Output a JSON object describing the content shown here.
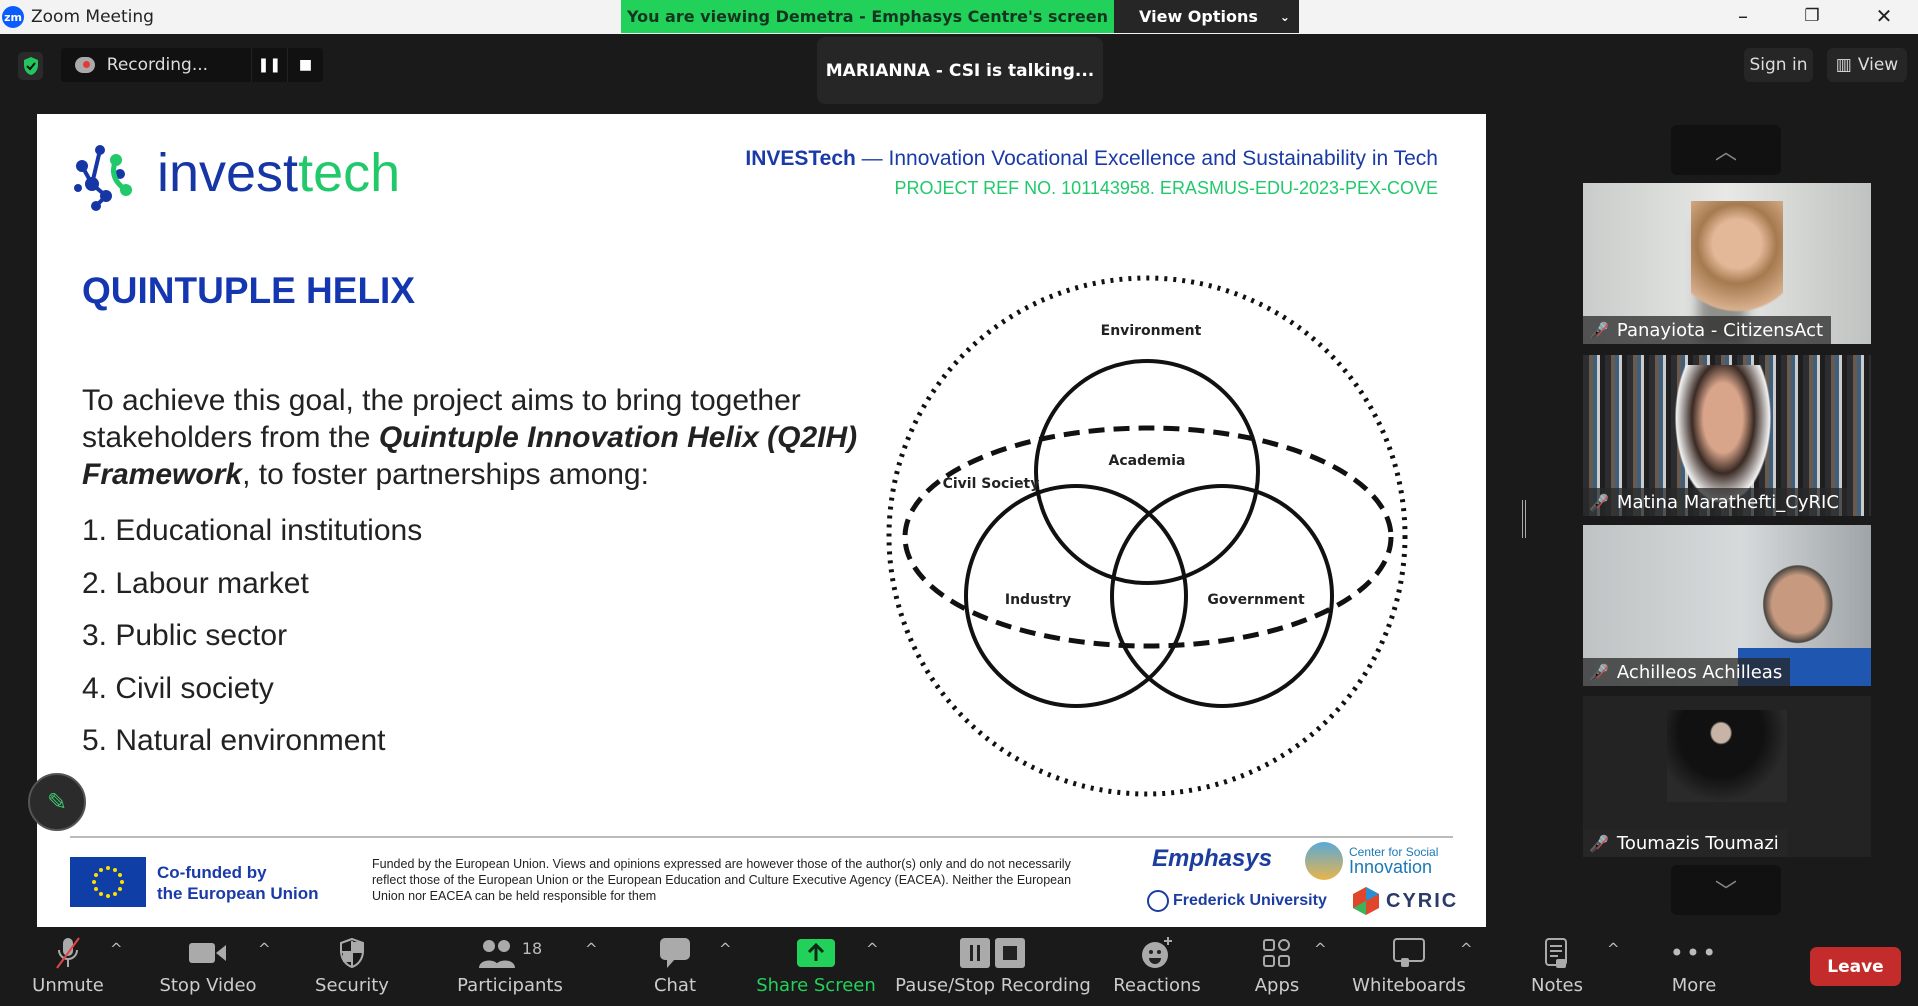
{
  "window": {
    "app_icon": "zm",
    "title": "Zoom Meeting",
    "controls": [
      "minimize-icon",
      "restore-icon",
      "close-icon"
    ]
  },
  "banner": {
    "text": "You are viewing Demetra - Emphasys Centre's screen",
    "view_options": "View Options",
    "color": "#22d15a"
  },
  "topbar": {
    "recording": "Recording...",
    "talking": "MARIANNA - CSI is talking...",
    "sign_in": "Sign in",
    "view": "View"
  },
  "slide": {
    "logo": {
      "part1": "invest",
      "part2": "tech"
    },
    "header_bold": "INVESTech",
    "header_rest": " — Innovation Vocational Excellence and Sustainability in Tech",
    "project_ref": "PROJECT REF NO. 101143958. ERASMUS-EDU-2023-PEX-COVE",
    "title": "QUINTUPLE HELIX",
    "para_1": "To achieve this goal, the project aims to bring together stakeholders from the ",
    "para_bold": "Quintuple Innovation Helix (Q2IH) Framework",
    "para_2": ", to foster partnerships among:",
    "list": [
      "1. Educational institutions",
      "2. Labour market",
      "3. Public sector",
      "4. Civil society",
      "5. Natural environment"
    ],
    "diagram": {
      "environment": "Environment",
      "civil_society": "Civil Society",
      "academia": "Academia",
      "industry": "Industry",
      "government": "Government"
    },
    "footer": {
      "cofunded_1": "Co-funded by",
      "cofunded_2": "the European Union",
      "disclaimer": "Funded by the European Union. Views and opinions expressed are however those of the author(s) only and do not necessarily reflect those of the European Union or the European Education and Culture Executive Agency (EACEA). Neither the European Union nor EACEA can be held responsible for them",
      "emphasys": "Emphasys",
      "csi_1": "Center for Social",
      "csi_2": "Innovation",
      "frederick": "Frederick University",
      "cyric": "CYRIC"
    }
  },
  "participants": [
    {
      "name": "Panayiota - CitizensAct",
      "muted": true
    },
    {
      "name": "Matina Marathefti_CyRIC",
      "muted": true
    },
    {
      "name": "Achilleos Achilleas",
      "muted": true
    },
    {
      "name": "Toumazis Toumazi",
      "muted": true
    }
  ],
  "toolbar": {
    "unmute": "Unmute",
    "stop_video": "Stop Video",
    "security": "Security",
    "participants": "Participants",
    "participants_count": "18",
    "chat": "Chat",
    "share_screen": "Share Screen",
    "pause_stop_recording": "Pause/Stop Recording",
    "reactions": "Reactions",
    "apps": "Apps",
    "whiteboards": "Whiteboards",
    "notes": "Notes",
    "more": "More",
    "leave": "Leave",
    "share_color": "#22d15a",
    "leave_color": "#c42b2b"
  }
}
